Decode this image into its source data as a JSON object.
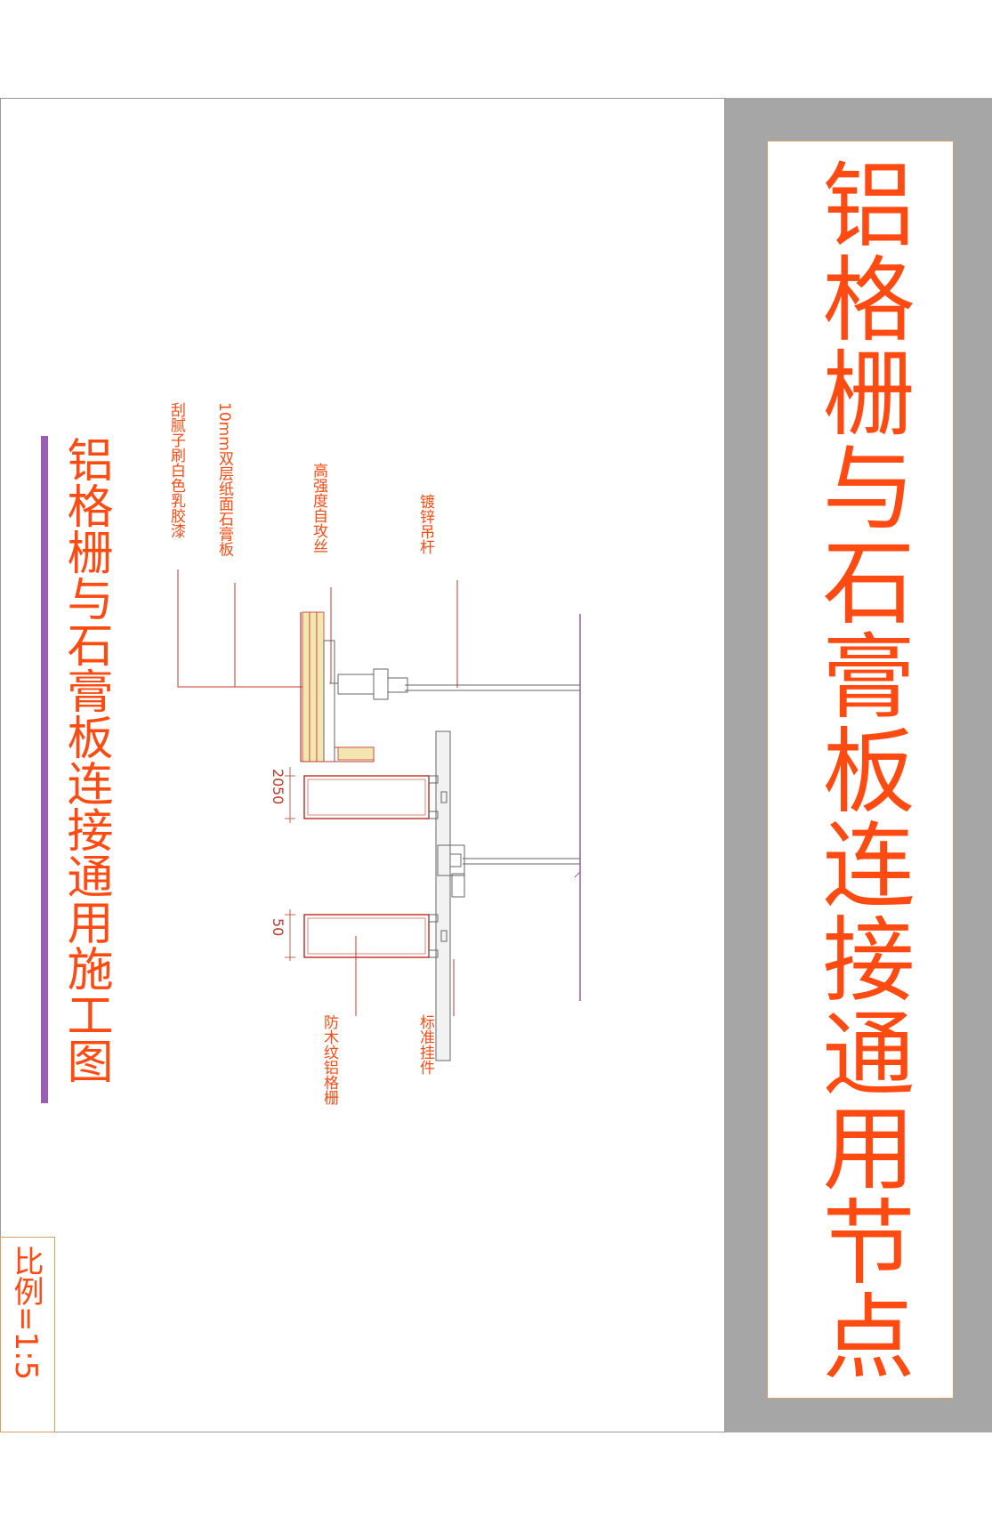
{
  "main_title": "铝格栅与石膏板连接通用节点",
  "sub_title": "铝格栅与石膏板连接通用施工图",
  "scale": "比例=1:5",
  "labels": {
    "putty_paint": "刮腻子刷白色乳胶漆",
    "gypsum_board": "10mm双层纸面石膏板",
    "screw": "高强度自攻丝",
    "hanger_rod": "镀锌吊杆",
    "standard_hanger": "标准挂件",
    "aluminum_grille": "防木纹铝格栅"
  },
  "dimensions": {
    "d20": "20",
    "d50a": "50",
    "d50b": "50"
  },
  "colors": {
    "accent": "#ff4a12",
    "purple": "#9a5cb4",
    "panel": "#a6a6a6"
  }
}
